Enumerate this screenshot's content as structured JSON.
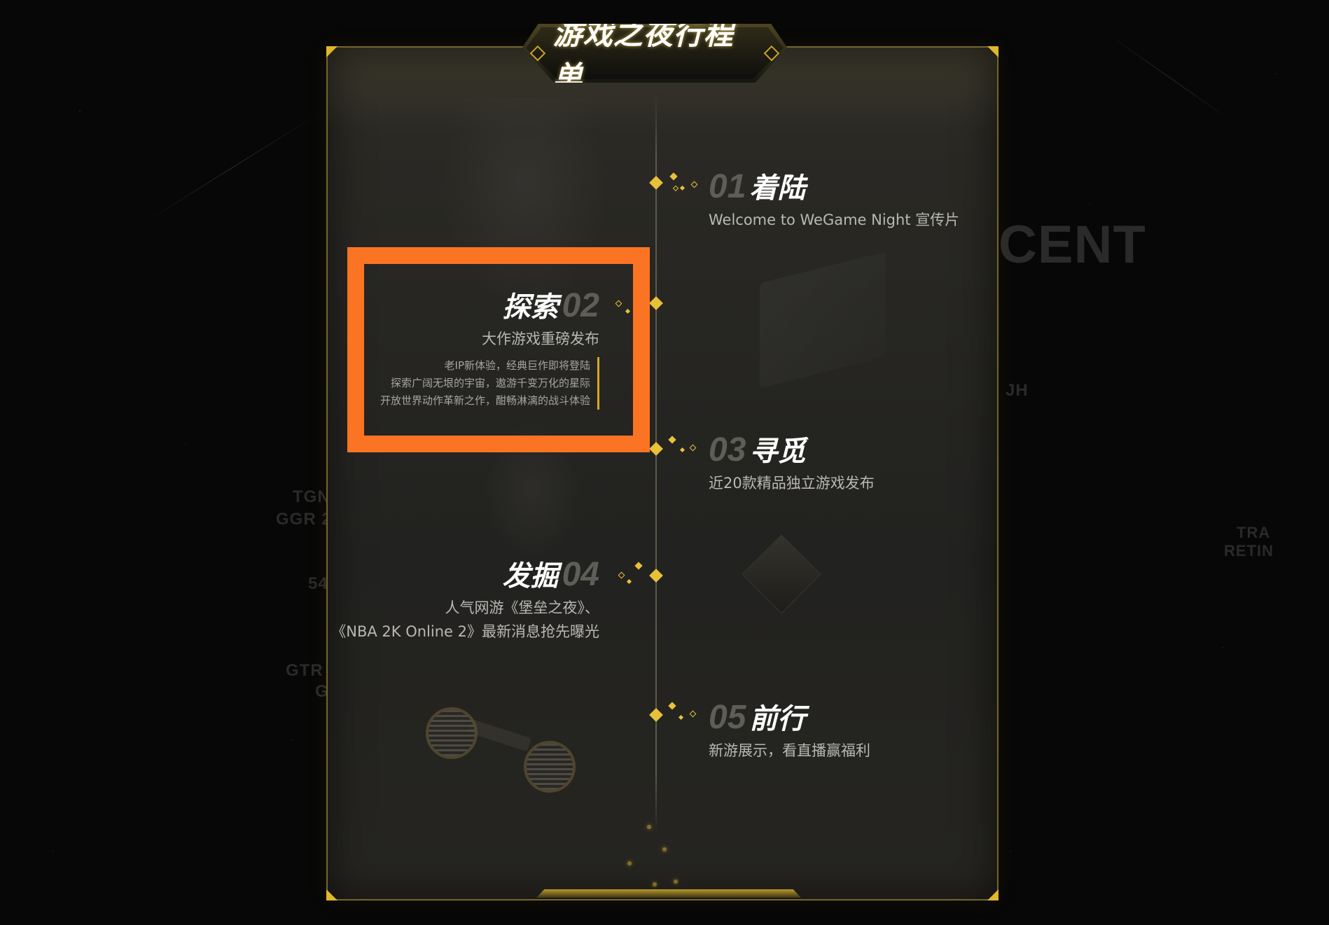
{
  "title": "游戏之夜行程单",
  "events": [
    {
      "num": "01",
      "title": "着陆",
      "desc": [
        "Welcome to  WeGame Night 宣传片"
      ]
    },
    {
      "num": "02",
      "title": "探索",
      "desc": [
        "大作游戏重磅发布"
      ],
      "bullets": [
        "老IP新体验，经典巨作即将登陆",
        "探索广阔无垠的宇宙，遨游千变万化的星际",
        "开放世界动作革新之作，酣畅淋漓的战斗体验"
      ]
    },
    {
      "num": "03",
      "title": "寻觅",
      "desc": [
        "近20款精品独立游戏发布"
      ]
    },
    {
      "num": "04",
      "title": "发掘",
      "desc": [
        "人气网游《堡垒之夜》、",
        "《NBA 2K Online 2》最新消息抢先曝光"
      ]
    },
    {
      "num": "05",
      "title": "前行",
      "desc": [
        "新游展示，看直播赢福利"
      ]
    }
  ],
  "background_text": {
    "left_1": "TGN",
    "left_2": "GGR 2",
    "left_3": "54",
    "left_4": "GTR",
    "left_5": "G",
    "right_1": "TRA",
    "right_2": "RETIN",
    "right_3": "JH",
    "right_4": "CENT"
  },
  "colors": {
    "accent": "#e8c13a",
    "highlight": "#fa7424",
    "frame": "#74662c"
  }
}
